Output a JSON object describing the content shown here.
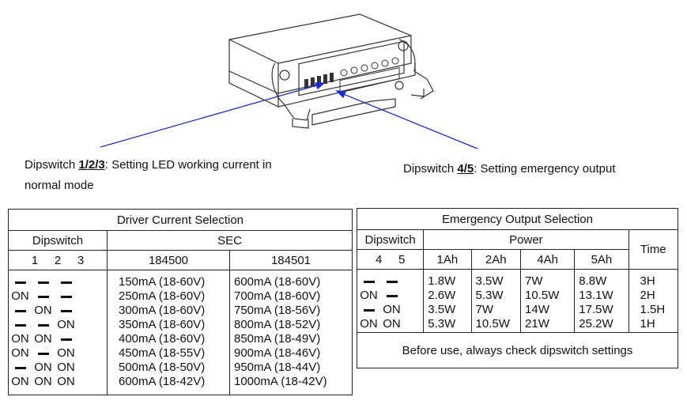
{
  "captions": {
    "left": {
      "prefix": "Dipswitch ",
      "switches": "1/2/3",
      "text": ": Setting LED working current in normal mode"
    },
    "right": {
      "prefix": "Dipswitch ",
      "switches": "4/5",
      "text": ": Setting emergency output"
    }
  },
  "driver_table": {
    "title": "Driver Current Selection",
    "dip_header": "Dipswitch",
    "sec_header": "SEC",
    "switch_cols": [
      "1",
      "2",
      "3"
    ],
    "model_cols": [
      "184500",
      "184501"
    ],
    "rows": [
      {
        "s": [
          "—",
          "—",
          "—"
        ],
        "a": "150mA (18-60V)",
        "b": "600mA (18-60V)"
      },
      {
        "s": [
          "ON",
          "—",
          "—"
        ],
        "a": "250mA (18-60V)",
        "b": "700mA (18-60V)"
      },
      {
        "s": [
          "—",
          "ON",
          "—"
        ],
        "a": "300mA (18-60V)",
        "b": "750mA (18-56V)"
      },
      {
        "s": [
          "—",
          "—",
          "ON"
        ],
        "a": "350mA (18-60V)",
        "b": "800mA (18-52V)"
      },
      {
        "s": [
          "ON",
          "ON",
          "—"
        ],
        "a": "400mA (18-60V)",
        "b": "850mA (18-49V)"
      },
      {
        "s": [
          "ON",
          "—",
          "ON"
        ],
        "a": "450mA (18-55V)",
        "b": "900mA (18-46V)"
      },
      {
        "s": [
          "—",
          "ON",
          "ON"
        ],
        "a": "500mA (18-50V)",
        "b": "950mA (18-44V)"
      },
      {
        "s": [
          "ON",
          "ON",
          "ON"
        ],
        "a": "600mA (18-42V)",
        "b": "1000mA (18-42V)"
      }
    ]
  },
  "emergency_table": {
    "title": "Emergency Output Selection",
    "dip_header": "Dipswitch",
    "power_header": "Power",
    "time_header": "Time",
    "switch_cols": [
      "4",
      "5"
    ],
    "power_cols": [
      "1Ah",
      "2Ah",
      "4Ah",
      "5Ah"
    ],
    "rows": [
      {
        "s": [
          "—",
          "—"
        ],
        "p": [
          "1.8W",
          "3.5W",
          "7W",
          "8.8W"
        ],
        "t": "3H"
      },
      {
        "s": [
          "ON",
          "—"
        ],
        "p": [
          "2.6W",
          "5.3W",
          "10.5W",
          "13.1W"
        ],
        "t": "2H"
      },
      {
        "s": [
          "—",
          "ON"
        ],
        "p": [
          "3.5W",
          "7W",
          "14W",
          "17.5W"
        ],
        "t": "1.5H"
      },
      {
        "s": [
          "ON",
          "ON"
        ],
        "p": [
          "5.3W",
          "10.5W",
          "21W",
          "25.2W"
        ],
        "t": "1H"
      }
    ],
    "note": "Before use, always check dipswitch settings"
  },
  "colors": {
    "arrow": "#1a2bd0",
    "ink": "#111111",
    "line": "#222222"
  }
}
